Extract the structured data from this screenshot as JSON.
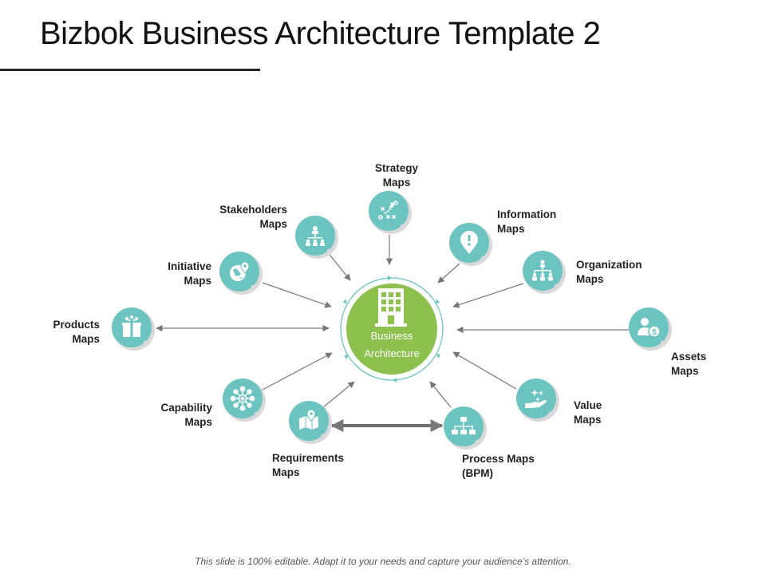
{
  "title": "Bizbok Business Architecture Template 2",
  "footer": "This slide is 100% editable. Adapt it to your needs and capture your audience’s attention.",
  "colors": {
    "node": "#6cc4c1",
    "node_shadow": "#d9d9d9",
    "center": "#8dc04d",
    "ring": "#6cc4c1",
    "arrow": "#777777",
    "text": "#222222"
  },
  "center": {
    "line1": "Business",
    "line2": "Architecture",
    "icon": "building-icon"
  },
  "nodes": [
    {
      "id": "strategy",
      "line1": "Strategy",
      "line2": "Maps",
      "icon": "strategy-board-icon"
    },
    {
      "id": "stakeholders",
      "line1": "Stakeholders",
      "line2": "Maps",
      "icon": "people-hierarchy-icon"
    },
    {
      "id": "information",
      "line1": "Information",
      "line2": "Maps",
      "icon": "info-pin-icon"
    },
    {
      "id": "initiative",
      "line1": "Initiative",
      "line2": "Maps",
      "icon": "globe-pin-icon"
    },
    {
      "id": "organization",
      "line1": "Organization",
      "line2": "Maps",
      "icon": "org-chart-icon"
    },
    {
      "id": "products",
      "line1": "Products",
      "line2": "Maps",
      "icon": "product-box-icon"
    },
    {
      "id": "assets",
      "line1": "Assets",
      "line2": "Maps",
      "icon": "person-dollar-icon"
    },
    {
      "id": "capability",
      "line1": "Capability",
      "line2": "Maps",
      "icon": "network-icon"
    },
    {
      "id": "value",
      "line1": "Value",
      "line2": "Maps",
      "icon": "hand-sparkle-icon"
    },
    {
      "id": "requirements",
      "line1": "Requirements",
      "line2": "Maps",
      "icon": "map-pin-icon"
    },
    {
      "id": "process",
      "line1": "Process Maps",
      "line2": "(BPM)",
      "icon": "flowchart-icon"
    }
  ]
}
